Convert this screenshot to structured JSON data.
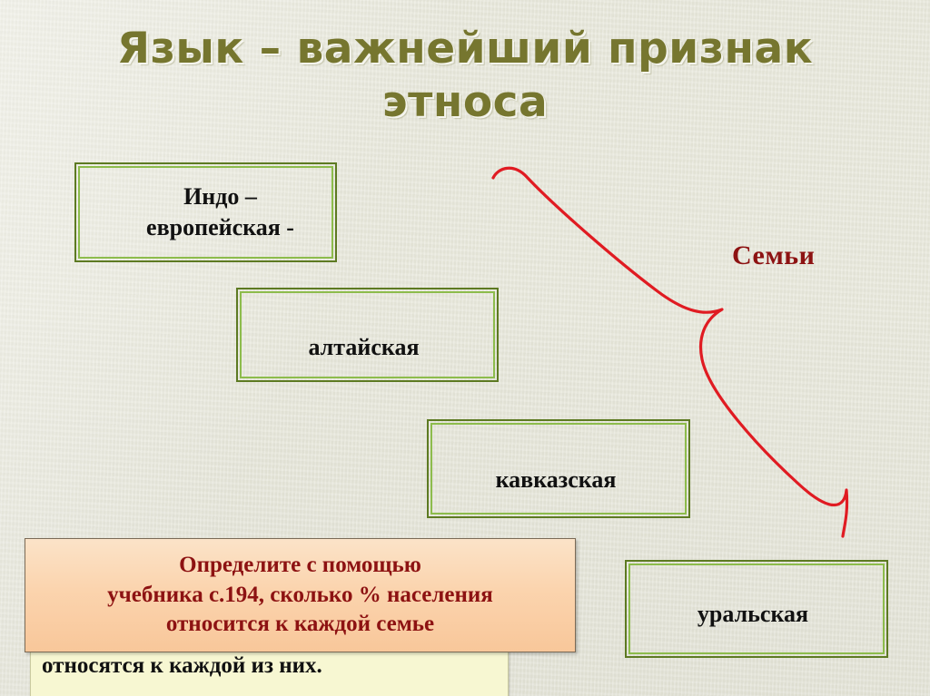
{
  "slide": {
    "title": "Язык – важнейший признак\nэтноса",
    "background_color": "#e7e7da",
    "title_color": "#76762f"
  },
  "families_label": {
    "text": "Семьи",
    "color": "#8d1212"
  },
  "family_boxes": [
    {
      "name": "indo-european",
      "label": "Индо –\nевропейская -",
      "border_outer_color": "#5d7a22",
      "border_inner_color": "#8dbc4c"
    },
    {
      "name": "altai",
      "label": "алтайская",
      "border_outer_color": "#5d7a22",
      "border_inner_color": "#8dbc4c"
    },
    {
      "name": "caucasian",
      "label": "кавказская",
      "border_outer_color": "#5d7a22",
      "border_inner_color": "#8dbc4c"
    },
    {
      "name": "uralic",
      "label": "уральская",
      "border_outer_color": "#5d7a22",
      "border_inner_color": "#8dbc4c"
    }
  ],
  "task_box": {
    "text": "Определите с помощью\nучебника с.194, сколько % населения\nотносится к каждой семье",
    "text_color": "#8d1212",
    "fill_color": "#fbd4ae"
  },
  "note_box": {
    "text": "относятся к каждой из них.",
    "text_color": "#111111",
    "fill_color": "#f7f7d2"
  },
  "brace": {
    "name": "red-curly-brace",
    "color": "#e01b22",
    "stroke_width": 3
  }
}
